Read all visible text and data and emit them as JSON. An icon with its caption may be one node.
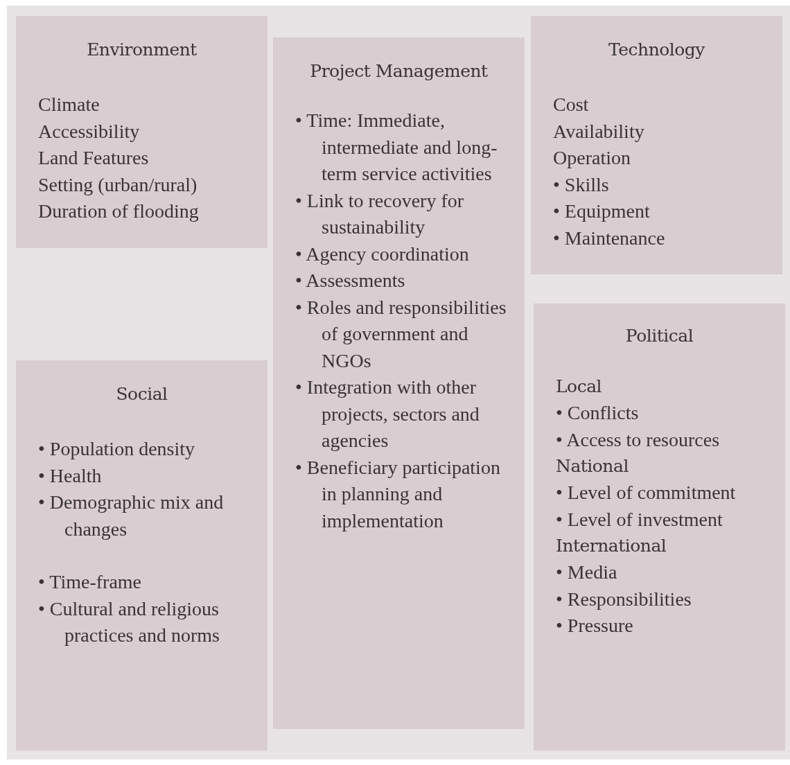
{
  "diagram": {
    "nodes": [
      {
        "text": [
          "Environment",
          "Climate",
          "Accessibility",
          "Land Features",
          "Setting (urban/rural)",
          "Duration of flooding"
        ]
      },
      {
        "text": [
          "Project Management",
          "• Time: Immediate, intermediate and long-term service activities",
          "• Link to recovery for sustainability",
          "• Agency coordination",
          "• Assessments",
          "• Roles and responsibilities of government and NGOs",
          "• Integration with other projects, sectors and agencies",
          "• Beneficiary participation in planning and implementation"
        ]
      },
      {
        "text": [
          "Technology",
          "Cost",
          "Availability",
          "Operation",
          "• Skills",
          "• Equipment",
          "• Maintenance"
        ]
      },
      {
        "text": [
          "Social",
          "• Population density",
          "• Health",
          "• Demographic mix and changes",
          "• Time-frame",
          "• Cultural and religious practices and norms"
        ]
      },
      {
        "text": [
          "Political",
          "Local",
          "• Conflicts",
          "• Access to resources",
          "National",
          "• Level of commitment",
          "• Level of investment",
          "International",
          "• Media",
          "• Responsibilities",
          "• Pressure"
        ]
      }
    ],
    "edges": []
  }
}
